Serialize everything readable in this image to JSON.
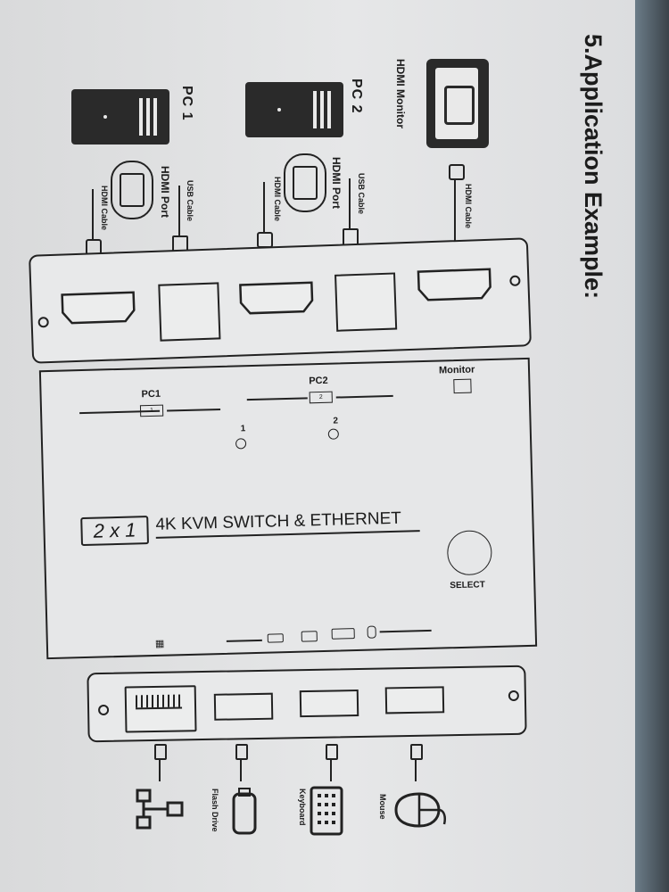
{
  "heading": "5.Application Example:",
  "devices": {
    "monitor": "HDMI Monitor",
    "pc2": "PC 2",
    "pc1": "PC 1"
  },
  "cables": {
    "monitor_hdmi": "HDMI Cable",
    "pc2_usb": "USB Cable",
    "pc2_port": "HDMI Port",
    "pc2_hdmi": "HDMI Cable",
    "pc1_usb": "USB Cable",
    "pc1_port": "HDMI Port",
    "pc1_hdmi": "HDMI Cable"
  },
  "kvm": {
    "pc1": "PC1",
    "pc2": "PC2",
    "monitor": "Monitor",
    "led1": "1",
    "led2": "2",
    "badge1": "1",
    "badge2": "2",
    "model_badge": "2 x 1",
    "model_name": "4K KVM SWITCH & ETHERNET",
    "select": "SELECT"
  },
  "peripherals": {
    "mouse": "Mouse",
    "keyboard": "Keyboard",
    "flash": "Flash Drive"
  }
}
